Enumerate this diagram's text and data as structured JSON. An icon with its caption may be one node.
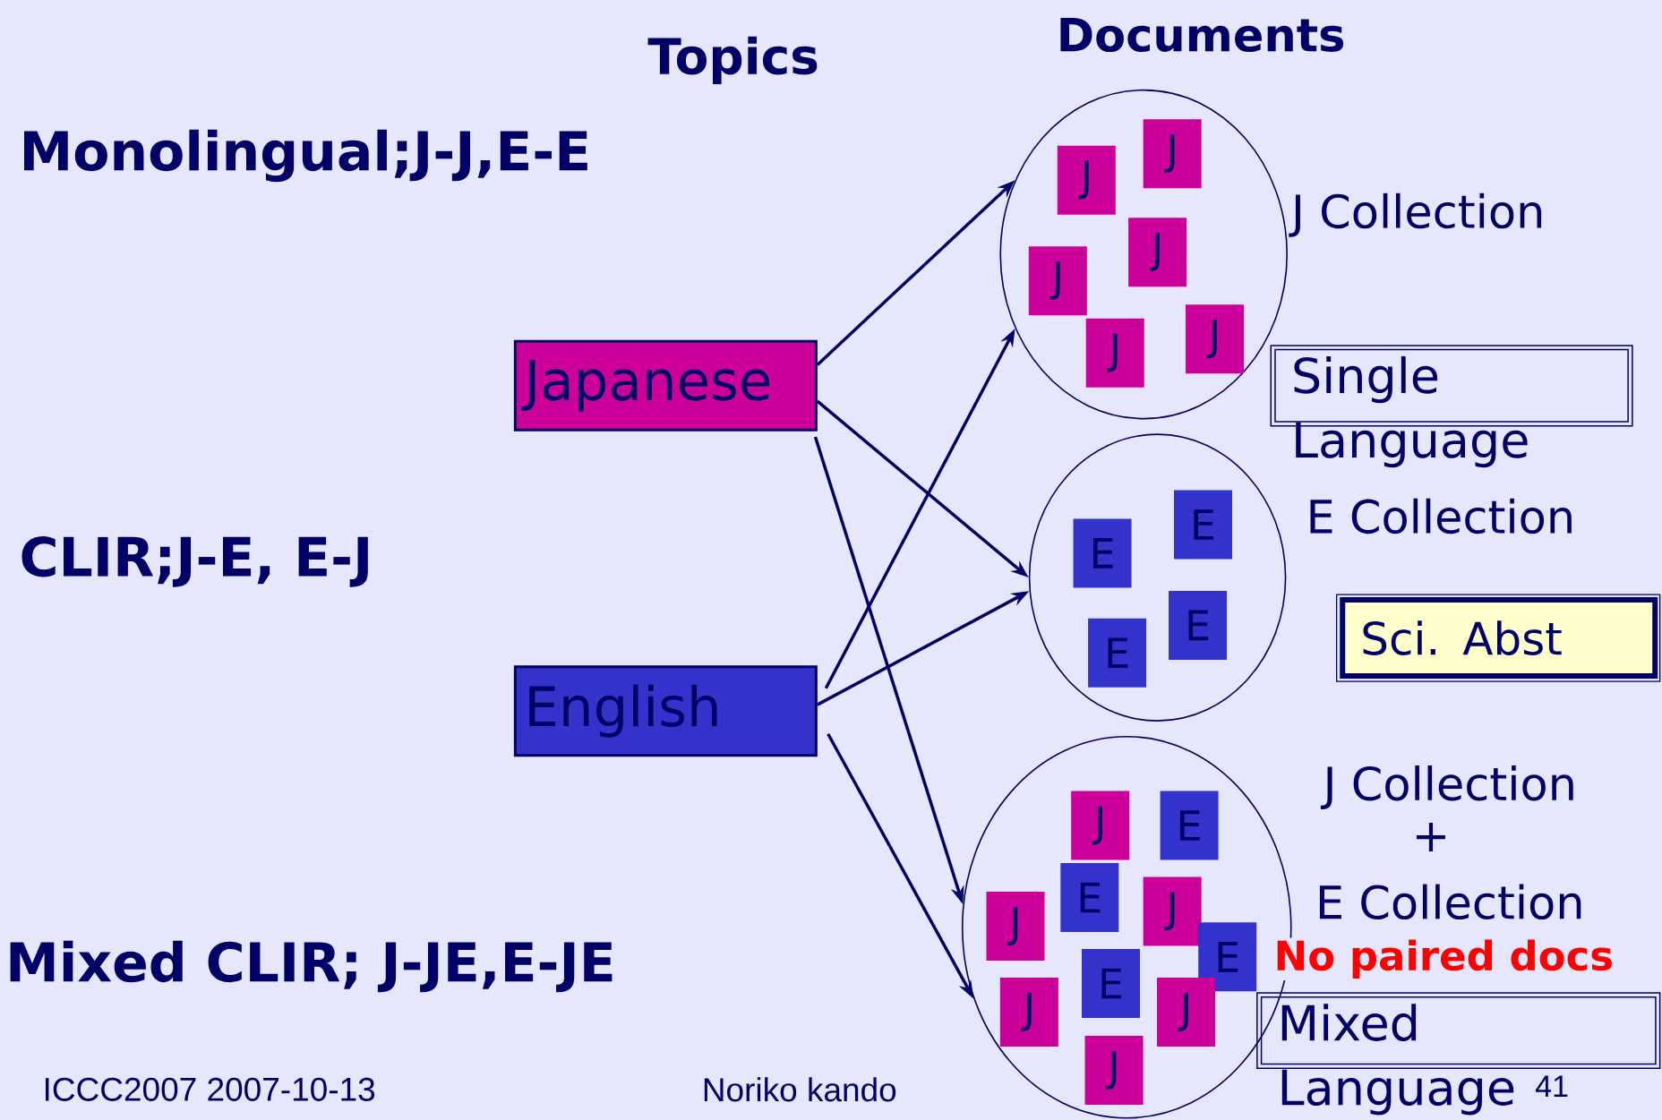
{
  "diagram": {
    "nodes": [
      {
        "text": [
          "Japanese"
        ]
      },
      {
        "text": [
          "English"
        ]
      },
      {
        "text": [],
        "shape": "circle",
        "beside": [
          "J Collection"
        ]
      },
      {
        "text": [
          "J"
        ],
        "in": 2
      },
      {
        "text": [
          "J"
        ],
        "in": 2
      },
      {
        "text": [
          "J"
        ],
        "in": 2
      },
      {
        "text": [
          "J"
        ],
        "in": 2
      },
      {
        "text": [
          "J"
        ],
        "in": 2
      },
      {
        "text": [
          "J"
        ],
        "in": 2
      },
      {
        "text": [],
        "shape": "circle",
        "beside": [
          "E Collection"
        ]
      },
      {
        "text": [
          "E"
        ],
        "in": 9
      },
      {
        "text": [
          "E"
        ],
        "in": 9
      },
      {
        "text": [
          "E"
        ],
        "in": 9
      },
      {
        "text": [
          "E"
        ],
        "in": 9
      },
      {
        "text": [],
        "shape": "circle",
        "beside": [
          "J Collection",
          "+",
          "E Collection"
        ]
      },
      {
        "text": [
          "J"
        ],
        "in": 14
      },
      {
        "text": [
          "E"
        ],
        "in": 14
      },
      {
        "text": [
          "E"
        ],
        "in": 14
      },
      {
        "text": [
          "J"
        ],
        "in": 14
      },
      {
        "text": [
          "J"
        ],
        "in": 14
      },
      {
        "text": [
          "E"
        ],
        "in": 14
      },
      {
        "text": [
          "E"
        ],
        "in": 14
      },
      {
        "text": [
          "J"
        ],
        "in": 14
      },
      {
        "text": [
          "J"
        ],
        "in": 14
      },
      {
        "text": [
          "J"
        ],
        "in": 14
      },
      {
        "text": [
          "Single Language"
        ]
      },
      {
        "text": [
          "Sci. Abst"
        ]
      },
      {
        "text": [
          "Mixed Language"
        ]
      }
    ],
    "edges": [
      {
        "from": 0,
        "to": 2,
        "arrow": "to"
      },
      {
        "from": 0,
        "to": 9,
        "arrow": "to"
      },
      {
        "from": 0,
        "to": 14,
        "arrow": "to"
      },
      {
        "from": 1,
        "to": 2,
        "arrow": "to"
      },
      {
        "from": 1,
        "to": 9,
        "arrow": "to"
      },
      {
        "from": 1,
        "to": 14,
        "arrow": "to"
      }
    ],
    "labels": [
      "Documents",
      "Topics",
      "Monolingual;J-J,E-E",
      "CLIR;J-E, E-J",
      "No paired docs",
      "Mixed CLIR; J-JE,E-JE",
      "ICCC2007 2007-10-13",
      "Noriko kando",
      "41"
    ]
  }
}
